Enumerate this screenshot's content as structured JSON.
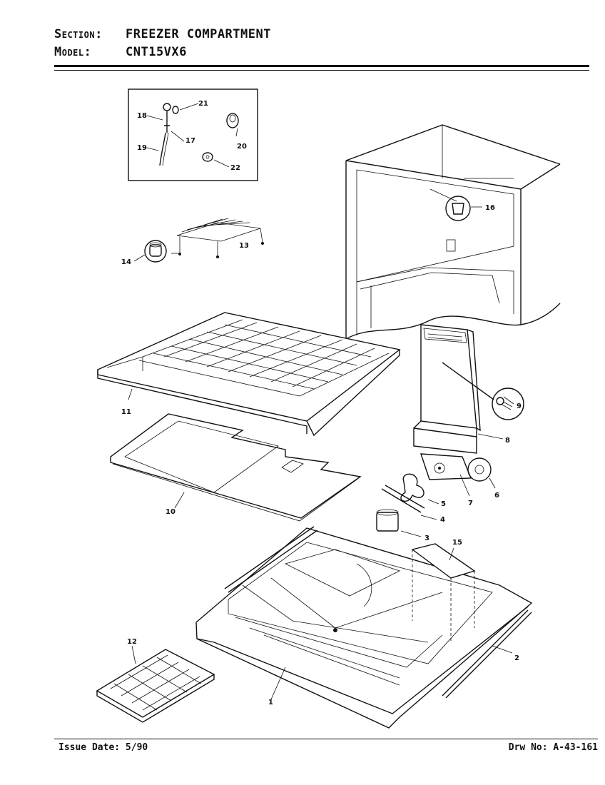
{
  "header": {
    "section_key": "Section:",
    "section_value": "FREEZER COMPARTMENT",
    "model_key": "Model:",
    "model_value": "CNT15VX6"
  },
  "footer": {
    "issue_date": "Issue Date: 5/90",
    "drawing_no": "Drw No: A-43-161"
  },
  "part_labels": {
    "p1": "1",
    "p2": "2",
    "p3": "3",
    "p4": "4",
    "p5": "5",
    "p6": "6",
    "p7": "7",
    "p8": "8",
    "p9": "9",
    "p10": "10",
    "p11": "11",
    "p12": "12",
    "p13": "13",
    "p14": "14",
    "p15": "15",
    "p16": "16",
    "p17": "17",
    "p18": "18",
    "p19": "19",
    "p20": "20",
    "p21": "21",
    "p22": "22"
  }
}
